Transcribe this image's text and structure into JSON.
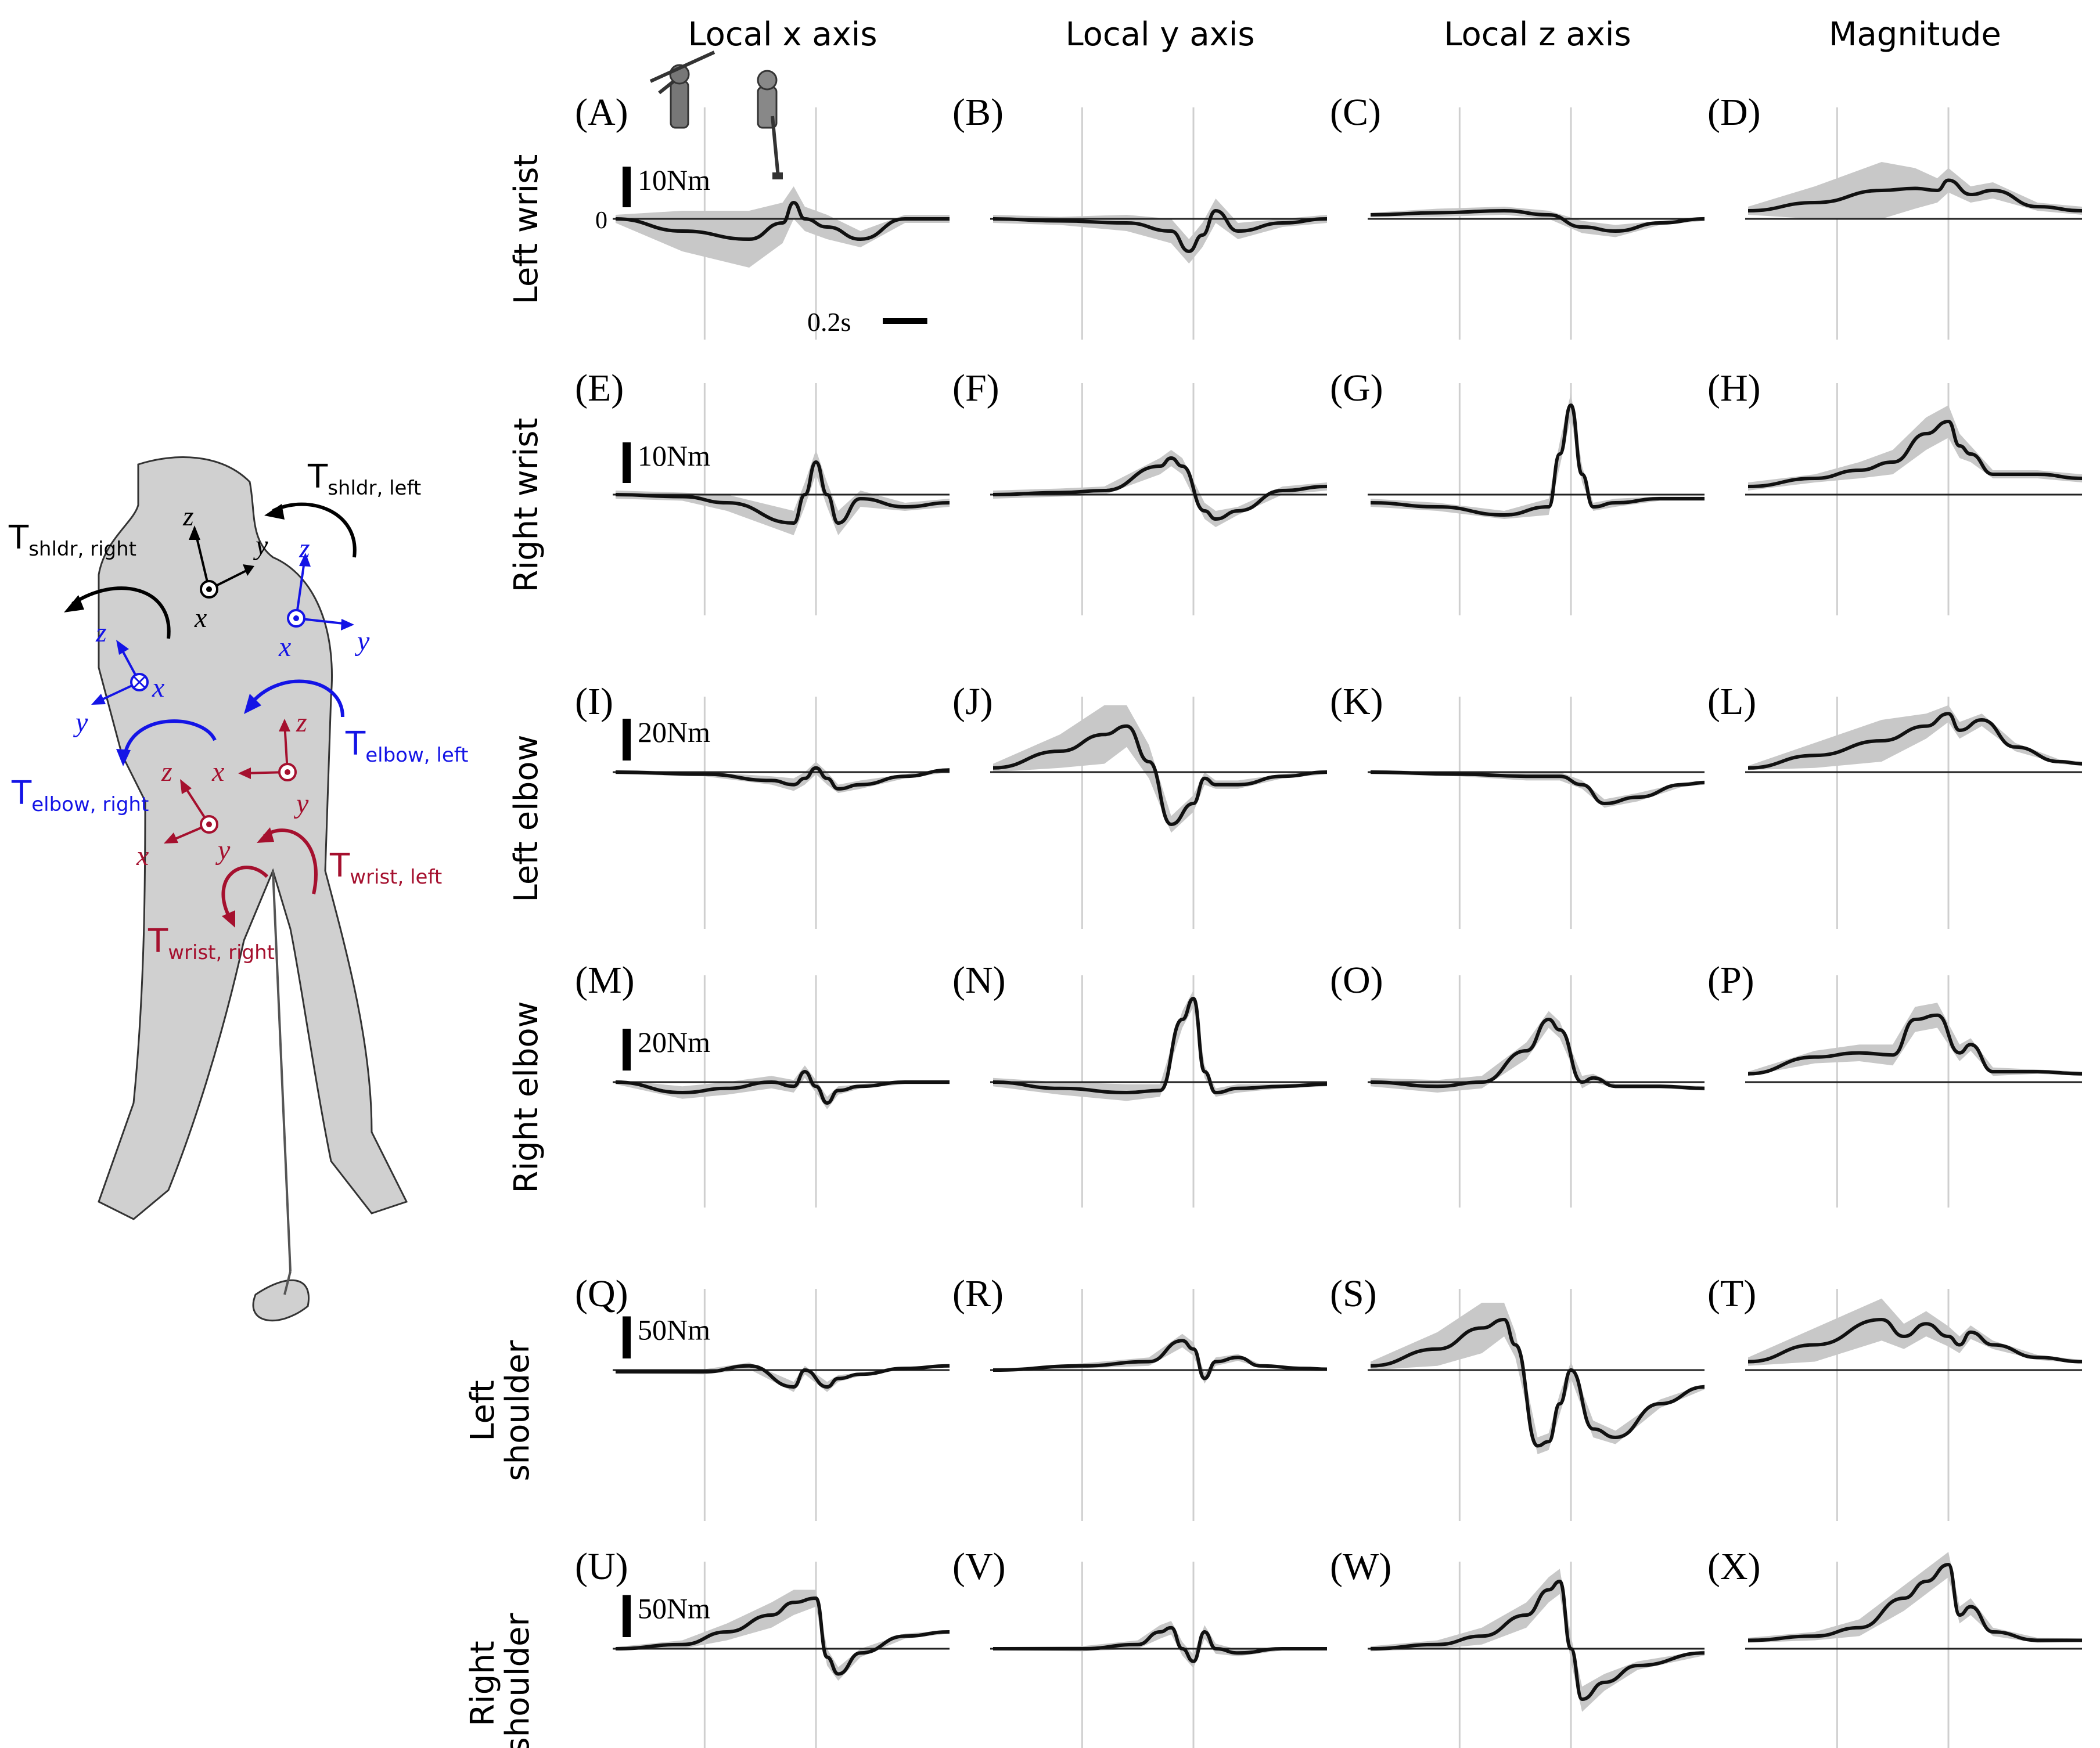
{
  "column_headers": [
    "Local x axis",
    "Local y axis",
    "Local z axis",
    "Magnitude"
  ],
  "row_labels": [
    {
      "lines": [
        "Left wrist"
      ]
    },
    {
      "lines": [
        "Right wrist"
      ]
    },
    {
      "lines": [
        "Left elbow"
      ]
    },
    {
      "lines": [
        "Right elbow"
      ]
    },
    {
      "lines": [
        "Left",
        "shoulder"
      ]
    },
    {
      "lines": [
        "Right",
        "shoulder"
      ]
    }
  ],
  "zero_label": "0",
  "time_scale_label": "0.2s",
  "scale_labels": [
    "10Nm",
    "10Nm",
    "20Nm",
    "20Nm",
    "50Nm",
    "50Nm"
  ],
  "colors": {
    "mean": "#111111",
    "band": "#c8c8c8",
    "zero": "#222222",
    "event": "#cfcfcf",
    "global": "#000000",
    "elbow": "#1414e6",
    "wrist": "#a5102e"
  },
  "diagram": {
    "global_axes": {
      "x": "x",
      "y": "y",
      "z": "z"
    },
    "left_shoulder": {
      "x": "x",
      "y": "y",
      "z": "z"
    },
    "right_shoulder": {
      "x": "x",
      "y": "y",
      "z": "z"
    },
    "left_elbow": {
      "x": "x",
      "y": "y",
      "z": "z"
    },
    "right_elbow": {
      "x": "x",
      "y": "y",
      "z": "z"
    },
    "torques": {
      "shldr_left": {
        "main": "T",
        "sub": "shldr, left"
      },
      "shldr_right": {
        "main": "T",
        "sub": "shldr, right"
      },
      "elbow_left": {
        "main": "T",
        "sub": "elbow, left"
      },
      "elbow_right": {
        "main": "T",
        "sub": "elbow, right"
      },
      "wrist_left": {
        "main": "T",
        "sub": "wrist, left"
      },
      "wrist_right": {
        "main": "T",
        "sub": "wrist, right"
      }
    }
  },
  "chart_data": {
    "type": "line",
    "x_unit": "s",
    "time_range": [
      -0.9,
      0.6
    ],
    "event_times": [
      -0.5,
      0.0
    ],
    "x_scale_bar_s": 0.2,
    "y_scale_bars_Nm": [
      10,
      10,
      20,
      20,
      50,
      50
    ],
    "series_note": "mean curve with grey variability band",
    "panels": [
      {
        "label": "(A)",
        "row": 0,
        "col": 0,
        "ylim": [
          -12,
          23
        ],
        "x": [
          -0.9,
          -0.6,
          -0.3,
          -0.15,
          -0.1,
          -0.05,
          0.05,
          0.2,
          0.4,
          0.6
        ],
        "mean": [
          0,
          -3,
          -5,
          -1,
          4,
          0,
          -2,
          -5,
          0,
          0
        ],
        "band": [
          1,
          5,
          7,
          5,
          4,
          3,
          3,
          2,
          1,
          1
        ]
      },
      {
        "label": "(B)",
        "row": 0,
        "col": 1,
        "ylim": [
          -12,
          23
        ],
        "x": [
          -0.9,
          -0.6,
          -0.3,
          -0.1,
          -0.02,
          0.04,
          0.1,
          0.2,
          0.4,
          0.6
        ],
        "mean": [
          0,
          -0.5,
          -1,
          -3,
          -8,
          -4,
          2,
          -3,
          -1,
          0
        ],
        "band": [
          1,
          1,
          2,
          3,
          3,
          3,
          3,
          2,
          1,
          1
        ]
      },
      {
        "label": "(C)",
        "row": 0,
        "col": 2,
        "ylim": [
          -12,
          23
        ],
        "x": [
          -0.9,
          -0.6,
          -0.3,
          -0.1,
          0.05,
          0.2,
          0.4,
          0.6
        ],
        "mean": [
          1,
          1.5,
          2,
          1,
          -2,
          -3,
          -1,
          0
        ],
        "band": [
          0.5,
          1,
          1,
          1,
          1.5,
          1.5,
          0.5,
          0.5
        ]
      },
      {
        "label": "(D)",
        "row": 0,
        "col": 3,
        "ylim": [
          -12,
          23
        ],
        "x": [
          -0.9,
          -0.6,
          -0.3,
          -0.15,
          -0.05,
          0.0,
          0.1,
          0.2,
          0.4,
          0.6
        ],
        "mean": [
          2,
          4,
          7,
          7.5,
          7,
          9.5,
          6,
          7,
          3,
          2
        ],
        "band": [
          1,
          4,
          7,
          5,
          3,
          3,
          2,
          2,
          1,
          1
        ]
      },
      {
        "label": "(E)",
        "row": 1,
        "col": 0,
        "ylim": [
          -12,
          23
        ],
        "x": [
          -0.9,
          -0.6,
          -0.4,
          -0.1,
          -0.05,
          0.0,
          0.05,
          0.1,
          0.2,
          0.4,
          0.6
        ],
        "mean": [
          0,
          -0.5,
          -2,
          -7,
          0,
          8,
          0,
          -7,
          -1,
          -3,
          -2
        ],
        "band": [
          1,
          1,
          2,
          3,
          3,
          3,
          3,
          3,
          2,
          1,
          1
        ]
      },
      {
        "label": "(F)",
        "row": 1,
        "col": 1,
        "ylim": [
          -12,
          23
        ],
        "x": [
          -0.9,
          -0.6,
          -0.4,
          -0.15,
          -0.1,
          -0.05,
          0.05,
          0.1,
          0.2,
          0.4,
          0.6
        ],
        "mean": [
          0,
          0.5,
          1,
          7,
          9,
          7,
          -4,
          -6,
          -4,
          1,
          2
        ],
        "band": [
          1,
          1,
          1,
          2,
          2,
          2,
          2,
          2,
          1,
          1,
          1
        ]
      },
      {
        "label": "(G)",
        "row": 1,
        "col": 2,
        "ylim": [
          -12,
          23
        ],
        "x": [
          -0.9,
          -0.6,
          -0.3,
          -0.1,
          -0.05,
          0.0,
          0.05,
          0.1,
          0.2,
          0.4,
          0.6
        ],
        "mean": [
          -2,
          -3,
          -5,
          -3,
          10,
          22,
          5,
          -3,
          -2,
          -1,
          -1
        ],
        "band": [
          1,
          1,
          1,
          2,
          3,
          3,
          2,
          1,
          1,
          0.5,
          0.5
        ]
      },
      {
        "label": "(H)",
        "row": 1,
        "col": 3,
        "ylim": [
          -12,
          23
        ],
        "x": [
          -0.9,
          -0.6,
          -0.4,
          -0.25,
          -0.1,
          0.0,
          0.05,
          0.1,
          0.2,
          0.4,
          0.6
        ],
        "mean": [
          2,
          4,
          6,
          8,
          15,
          18,
          12,
          10,
          5,
          5,
          4
        ],
        "band": [
          1,
          1,
          2,
          3,
          4,
          4,
          3,
          2,
          1,
          1,
          1
        ]
      },
      {
        "label": "(I)",
        "row": 2,
        "col": 0,
        "ylim": [
          -24,
          46
        ],
        "x": [
          -0.9,
          -0.5,
          -0.2,
          -0.1,
          -0.05,
          0.0,
          0.05,
          0.1,
          0.2,
          0.4,
          0.6
        ],
        "mean": [
          0,
          -1,
          -4,
          -6,
          -3,
          2,
          -3,
          -8,
          -6,
          -2,
          1
        ],
        "band": [
          1,
          1,
          2,
          3,
          3,
          3,
          3,
          2,
          2,
          1,
          1
        ]
      },
      {
        "label": "(J)",
        "row": 2,
        "col": 1,
        "ylim": [
          -24,
          46
        ],
        "x": [
          -0.9,
          -0.6,
          -0.4,
          -0.3,
          -0.2,
          -0.1,
          0.0,
          0.05,
          0.1,
          0.2,
          0.4,
          0.6
        ],
        "mean": [
          2,
          10,
          18,
          22,
          5,
          -25,
          -15,
          -3,
          -6,
          -6,
          -2,
          0
        ],
        "band": [
          2,
          8,
          14,
          10,
          8,
          4,
          4,
          3,
          2,
          2,
          1,
          1
        ]
      },
      {
        "label": "(K)",
        "row": 2,
        "col": 2,
        "ylim": [
          -24,
          46
        ],
        "x": [
          -0.9,
          -0.5,
          -0.2,
          -0.05,
          0.05,
          0.15,
          0.3,
          0.5,
          0.6
        ],
        "mean": [
          0,
          -1,
          -2,
          -2,
          -6,
          -15,
          -12,
          -6,
          -5
        ],
        "band": [
          1,
          1,
          2,
          2,
          2,
          2,
          2,
          1,
          1
        ]
      },
      {
        "label": "(L)",
        "row": 2,
        "col": 3,
        "ylim": [
          -24,
          46
        ],
        "x": [
          -0.9,
          -0.6,
          -0.3,
          -0.1,
          0.0,
          0.05,
          0.15,
          0.3,
          0.5,
          0.6
        ],
        "mean": [
          2,
          8,
          15,
          22,
          28,
          20,
          25,
          12,
          5,
          4
        ],
        "band": [
          1,
          6,
          10,
          6,
          4,
          4,
          3,
          2,
          1,
          1
        ]
      },
      {
        "label": "(M)",
        "row": 3,
        "col": 0,
        "ylim": [
          -24,
          46
        ],
        "x": [
          -0.9,
          -0.6,
          -0.4,
          -0.2,
          -0.1,
          -0.05,
          0.0,
          0.05,
          0.1,
          0.2,
          0.4,
          0.6
        ],
        "mean": [
          0,
          -5,
          -3,
          0,
          -2,
          5,
          -2,
          -10,
          -4,
          -2,
          0,
          0
        ],
        "band": [
          1,
          3,
          3,
          3,
          3,
          3,
          3,
          3,
          2,
          1,
          1,
          1
        ]
      },
      {
        "label": "(N)",
        "row": 3,
        "col": 1,
        "ylim": [
          -24,
          46
        ],
        "x": [
          -0.9,
          -0.6,
          -0.3,
          -0.15,
          -0.05,
          0.0,
          0.05,
          0.1,
          0.2,
          0.4,
          0.6
        ],
        "mean": [
          0,
          -3,
          -5,
          -4,
          30,
          40,
          5,
          -5,
          -3,
          -2,
          -1
        ],
        "band": [
          2,
          3,
          4,
          3,
          4,
          4,
          3,
          2,
          2,
          1,
          1
        ]
      },
      {
        "label": "(O)",
        "row": 3,
        "col": 2,
        "ylim": [
          -24,
          46
        ],
        "x": [
          -0.9,
          -0.6,
          -0.4,
          -0.2,
          -0.1,
          -0.05,
          0.05,
          0.1,
          0.2,
          0.4,
          0.6
        ],
        "mean": [
          0,
          -2,
          0,
          15,
          30,
          25,
          0,
          2,
          -2,
          -2,
          -3
        ],
        "band": [
          2,
          3,
          3,
          4,
          4,
          4,
          3,
          2,
          1,
          1,
          1
        ]
      },
      {
        "label": "(P)",
        "row": 3,
        "col": 3,
        "ylim": [
          -24,
          46
        ],
        "x": [
          -0.9,
          -0.6,
          -0.4,
          -0.25,
          -0.15,
          -0.05,
          0.05,
          0.1,
          0.2,
          0.4,
          0.6
        ],
        "mean": [
          4,
          12,
          14,
          13,
          30,
          32,
          14,
          18,
          5,
          5,
          4
        ],
        "band": [
          1,
          3,
          4,
          5,
          6,
          6,
          4,
          3,
          2,
          1,
          1
        ]
      },
      {
        "label": "(Q)",
        "row": 4,
        "col": 0,
        "ylim": [
          -60,
          115
        ],
        "x": [
          -0.9,
          -0.5,
          -0.3,
          -0.1,
          -0.05,
          0.05,
          0.1,
          0.2,
          0.4,
          0.6
        ],
        "mean": [
          -2,
          -2,
          5,
          -20,
          0,
          -20,
          -10,
          -5,
          2,
          5
        ],
        "band": [
          2,
          3,
          4,
          6,
          5,
          6,
          4,
          2,
          1,
          1
        ]
      },
      {
        "label": "(R)",
        "row": 4,
        "col": 1,
        "ylim": [
          -60,
          115
        ],
        "x": [
          -0.9,
          -0.5,
          -0.2,
          -0.05,
          0.0,
          0.05,
          0.1,
          0.2,
          0.3,
          0.5,
          0.6
        ],
        "mean": [
          0,
          5,
          10,
          35,
          25,
          -10,
          10,
          15,
          5,
          2,
          1
        ],
        "band": [
          1,
          3,
          5,
          8,
          8,
          6,
          5,
          4,
          2,
          1,
          1
        ]
      },
      {
        "label": "(S)",
        "row": 4,
        "col": 2,
        "ylim": [
          -60,
          115
        ],
        "x": [
          -0.9,
          -0.6,
          -0.4,
          -0.3,
          -0.25,
          -0.15,
          -0.1,
          -0.05,
          0.0,
          0.1,
          0.2,
          0.4,
          0.6
        ],
        "mean": [
          5,
          25,
          50,
          60,
          30,
          -90,
          -85,
          -40,
          0,
          -70,
          -80,
          -40,
          -20
        ],
        "band": [
          5,
          20,
          30,
          20,
          15,
          10,
          10,
          12,
          10,
          10,
          8,
          5,
          3
        ]
      },
      {
        "label": "(T)",
        "row": 4,
        "col": 3,
        "ylim": [
          -60,
          115
        ],
        "x": [
          -0.9,
          -0.6,
          -0.3,
          -0.2,
          -0.1,
          0.0,
          0.05,
          0.1,
          0.2,
          0.4,
          0.6
        ],
        "mean": [
          10,
          30,
          60,
          40,
          55,
          40,
          30,
          45,
          30,
          15,
          10
        ],
        "band": [
          5,
          20,
          25,
          15,
          15,
          12,
          10,
          8,
          5,
          3,
          2
        ]
      },
      {
        "label": "(U)",
        "row": 5,
        "col": 0,
        "ylim": [
          -60,
          115
        ],
        "x": [
          -0.9,
          -0.6,
          -0.4,
          -0.2,
          -0.1,
          0.0,
          0.05,
          0.1,
          0.2,
          0.4,
          0.6
        ],
        "mean": [
          0,
          5,
          20,
          40,
          55,
          60,
          -10,
          -30,
          -5,
          15,
          20
        ],
        "band": [
          2,
          5,
          10,
          15,
          15,
          10,
          10,
          8,
          5,
          3,
          2
        ]
      },
      {
        "label": "(V)",
        "row": 5,
        "col": 1,
        "ylim": [
          -60,
          115
        ],
        "x": [
          -0.9,
          -0.5,
          -0.25,
          -0.15,
          -0.1,
          -0.05,
          0.0,
          0.05,
          0.1,
          0.2,
          0.4,
          0.6
        ],
        "mean": [
          0,
          0,
          5,
          20,
          25,
          0,
          -15,
          20,
          0,
          -5,
          0,
          0
        ],
        "band": [
          2,
          3,
          5,
          8,
          8,
          8,
          8,
          8,
          6,
          4,
          2,
          1
        ]
      },
      {
        "label": "(W)",
        "row": 5,
        "col": 2,
        "ylim": [
          -60,
          115
        ],
        "x": [
          -0.9,
          -0.6,
          -0.4,
          -0.2,
          -0.1,
          -0.05,
          0.0,
          0.05,
          0.15,
          0.3,
          0.6
        ],
        "mean": [
          0,
          5,
          15,
          40,
          70,
          80,
          0,
          -60,
          -40,
          -20,
          -5
        ],
        "band": [
          3,
          5,
          10,
          15,
          15,
          15,
          15,
          15,
          10,
          5,
          3
        ]
      },
      {
        "label": "(X)",
        "row": 5,
        "col": 3,
        "ylim": [
          -60,
          115
        ],
        "x": [
          -0.9,
          -0.6,
          -0.4,
          -0.2,
          -0.1,
          0.0,
          0.05,
          0.1,
          0.2,
          0.4,
          0.6
        ],
        "mean": [
          10,
          15,
          25,
          60,
          80,
          100,
          40,
          50,
          20,
          10,
          10
        ],
        "band": [
          3,
          5,
          10,
          15,
          15,
          15,
          10,
          10,
          5,
          3,
          2
        ]
      }
    ]
  }
}
